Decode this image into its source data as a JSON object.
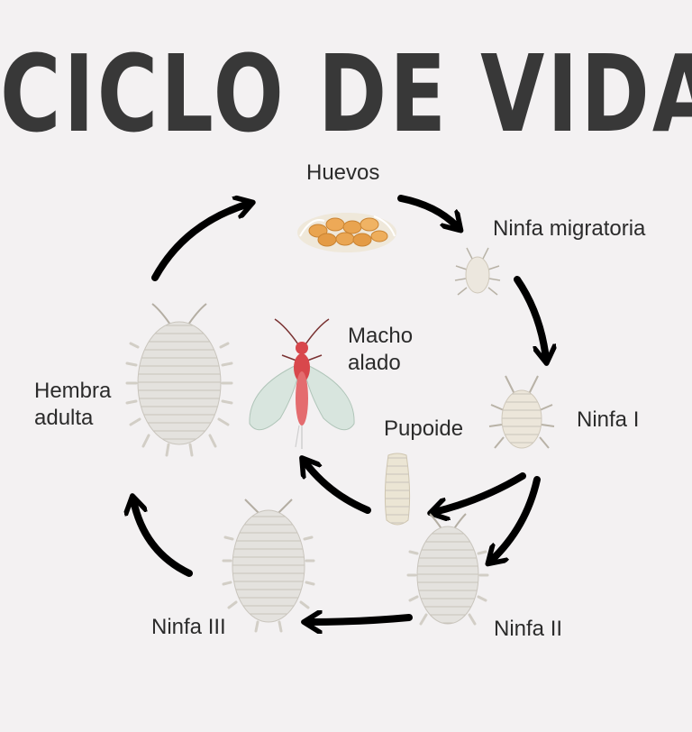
{
  "title": "CICLO DE VIDA",
  "stages": {
    "huevos": "Huevos",
    "ninfa_migratoria": "Ninfa migratoria",
    "ninfa_1": "Ninfa I",
    "pupoide": "Pupoide",
    "ninfa_2": "Ninfa II",
    "ninfa_3": "Ninfa III",
    "hembra_adulta_l1": "Hembra",
    "hembra_adulta_l2": "adulta",
    "macho_alado_l1": "Macho",
    "macho_alado_l2": "alado"
  },
  "colors": {
    "background": "#f3f1f2",
    "title": "#383838",
    "arrow": "#000000",
    "egg": "#e9a450",
    "insect_body": "#ece7de",
    "male_body": "#d8474c",
    "wing": "#d6e4dc"
  }
}
